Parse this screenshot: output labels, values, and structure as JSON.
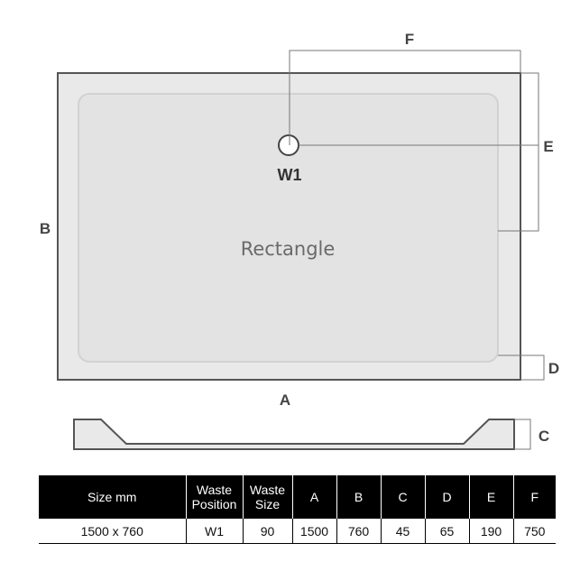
{
  "diagram": {
    "shape_label": "Rectangle",
    "waste_label": "W1",
    "dims": {
      "A": "A",
      "B": "B",
      "C": "C",
      "D": "D",
      "E": "E",
      "F": "F"
    }
  },
  "table": {
    "headers": [
      {
        "line1": "Size mm",
        "line2": ""
      },
      {
        "line1": "Waste",
        "line2": "Position"
      },
      {
        "line1": "Waste",
        "line2": "Size"
      },
      {
        "line1": "A",
        "line2": ""
      },
      {
        "line1": "B",
        "line2": ""
      },
      {
        "line1": "C",
        "line2": ""
      },
      {
        "line1": "D",
        "line2": ""
      },
      {
        "line1": "E",
        "line2": ""
      },
      {
        "line1": "F",
        "line2": ""
      }
    ],
    "row": [
      "1500 x 760",
      "W1",
      "90",
      "1500",
      "760",
      "45",
      "65",
      "190",
      "750"
    ]
  },
  "colors": {
    "tray_fill": "#e9e9e9",
    "tray_stroke": "#555555",
    "header_bg": "#000000",
    "header_text": "#ffffff"
  }
}
